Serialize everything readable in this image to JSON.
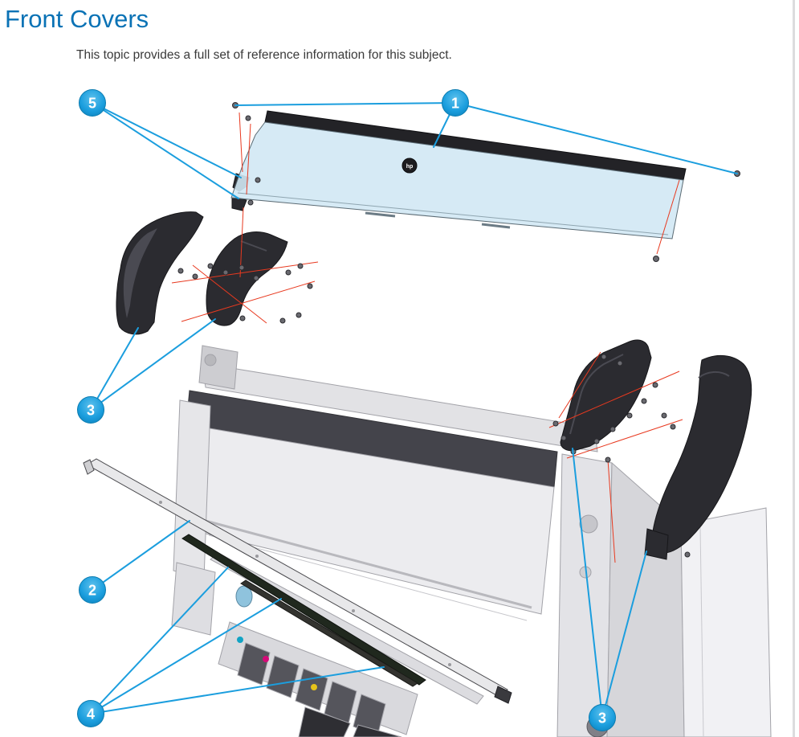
{
  "page": {
    "title": "Front Covers",
    "subtitle": "This topic provides a full set of reference information for this subject."
  },
  "diagram": {
    "description": "Exploded view of printer front covers with numbered callouts",
    "callouts": [
      {
        "number": "5",
        "part": "hinge-brackets"
      },
      {
        "number": "1",
        "part": "window-top-cover"
      },
      {
        "number": "3",
        "part": "left-side-covers"
      },
      {
        "number": "2",
        "part": "front-trim-strip"
      },
      {
        "number": "4",
        "part": "lower-dark-strips"
      },
      {
        "number": "3",
        "part": "right-side-covers"
      }
    ],
    "logo": "hp",
    "colors": {
      "heading_blue": "#0a72b5",
      "callout_blue": "#1b9ede",
      "leader_blue": "#1b9ede",
      "alignment_red": "#e8391f",
      "part_dark": "#2b2b30",
      "printer_light": "#ececef",
      "window_tint": "#d2e8f4"
    }
  }
}
